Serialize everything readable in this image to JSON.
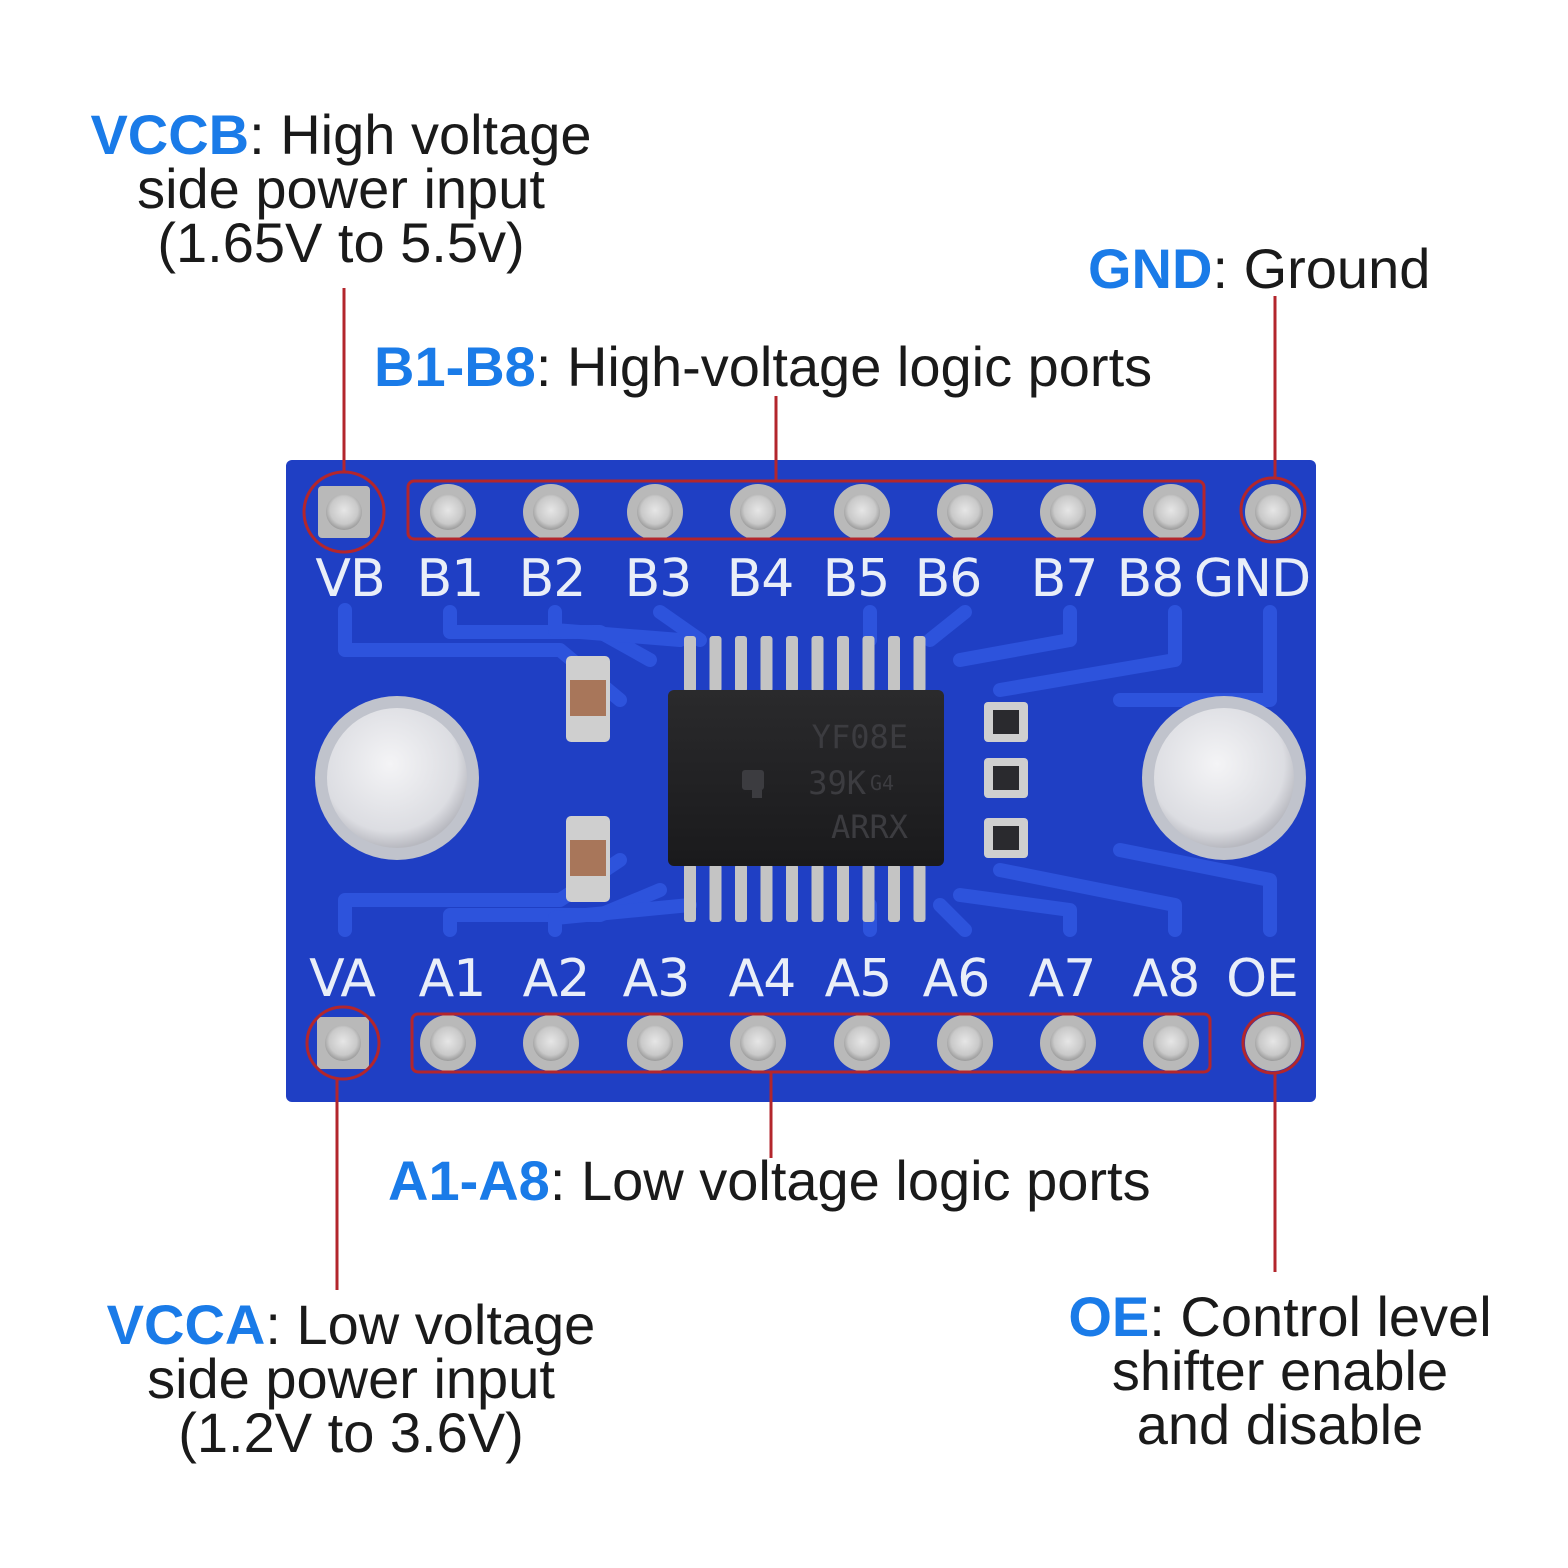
{
  "callouts": {
    "vccb": {
      "name": "VCCB",
      "lines": [
        ": High voltage",
        "side power input",
        "(1.65V to 5.5v)"
      ]
    },
    "gnd": {
      "name": "GND",
      "lines": [
        ": Ground"
      ]
    },
    "b_ports": {
      "name": "B1-B8",
      "lines": [
        ": High-voltage logic ports"
      ]
    },
    "a_ports": {
      "name": "A1-A8",
      "lines": [
        ": Low voltage logic ports"
      ]
    },
    "vcca": {
      "name": "VCCA",
      "lines": [
        ": Low voltage",
        "side power input",
        "(1.2V to 3.6V)"
      ]
    },
    "oe": {
      "name": "OE",
      "lines": [
        ": Control level",
        "shifter enable",
        "and disable"
      ]
    }
  },
  "board": {
    "top_pins": [
      "VB",
      "B1",
      "B2",
      "B3",
      "B4",
      "B5",
      "B6",
      "B7",
      "B8",
      "GND"
    ],
    "bottom_pins": [
      "VA",
      "A1",
      "A2",
      "A3",
      "A4",
      "A5",
      "A6",
      "A7",
      "A8",
      "OE"
    ],
    "chip_marking": [
      "YF08E",
      "39K",
      "G4",
      "ARRX"
    ]
  },
  "colors": {
    "highlight": "#1a7be8",
    "pcb": "#1f3fc4",
    "leader": "#b3262c"
  }
}
